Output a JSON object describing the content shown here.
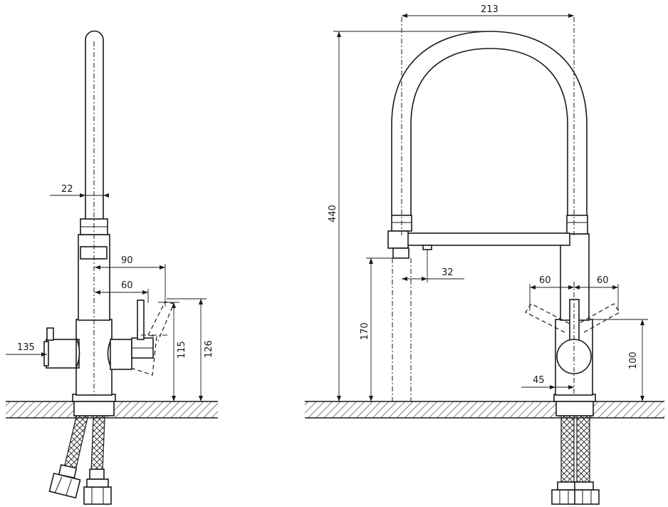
{
  "side_view": {
    "dimensions": {
      "spout_diameter": "22",
      "lever_reach_outer": "90",
      "lever_reach_inner": "60",
      "inlet_height": "135",
      "lever_height": "115",
      "lever_height_max": "126"
    }
  },
  "front_view": {
    "dimensions": {
      "spout_span": "213",
      "total_height": "440",
      "outlet_height": "170",
      "outlet_offset": "32",
      "lever_swing_left": "60",
      "lever_swing_right": "60",
      "body_height": "100",
      "base_width": "45"
    }
  }
}
